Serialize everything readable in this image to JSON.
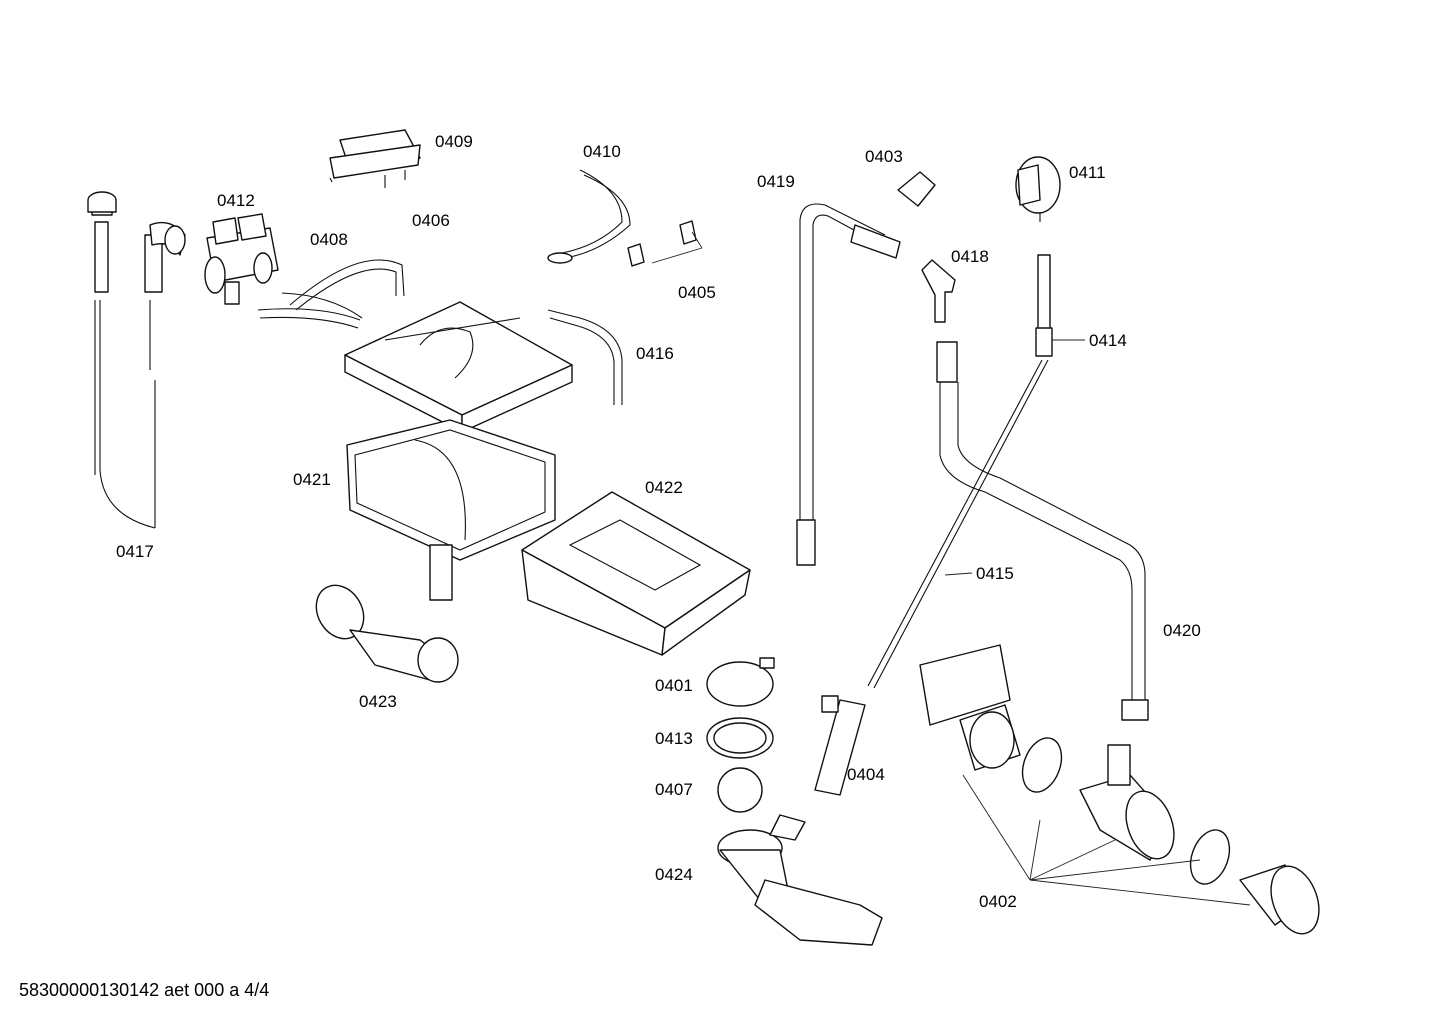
{
  "footer": "58300000130142 aet 000 a 4/4",
  "labels": {
    "l0409": "0409",
    "l0410": "0410",
    "l0403": "0403",
    "l0411": "0411",
    "l0419": "0419",
    "l0412": "0412",
    "l0408": "0408",
    "l0406": "0406",
    "l0418": "0418",
    "l0405": "0405",
    "l0414": "0414",
    "l0416": "0416",
    "l0421": "0421",
    "l0422": "0422",
    "l0417": "0417",
    "l0415": "0415",
    "l0420": "0420",
    "l0423": "0423",
    "l0401": "0401",
    "l0413": "0413",
    "l0407": "0407",
    "l0404": "0404",
    "l0424": "0424",
    "l0402": "0402"
  }
}
